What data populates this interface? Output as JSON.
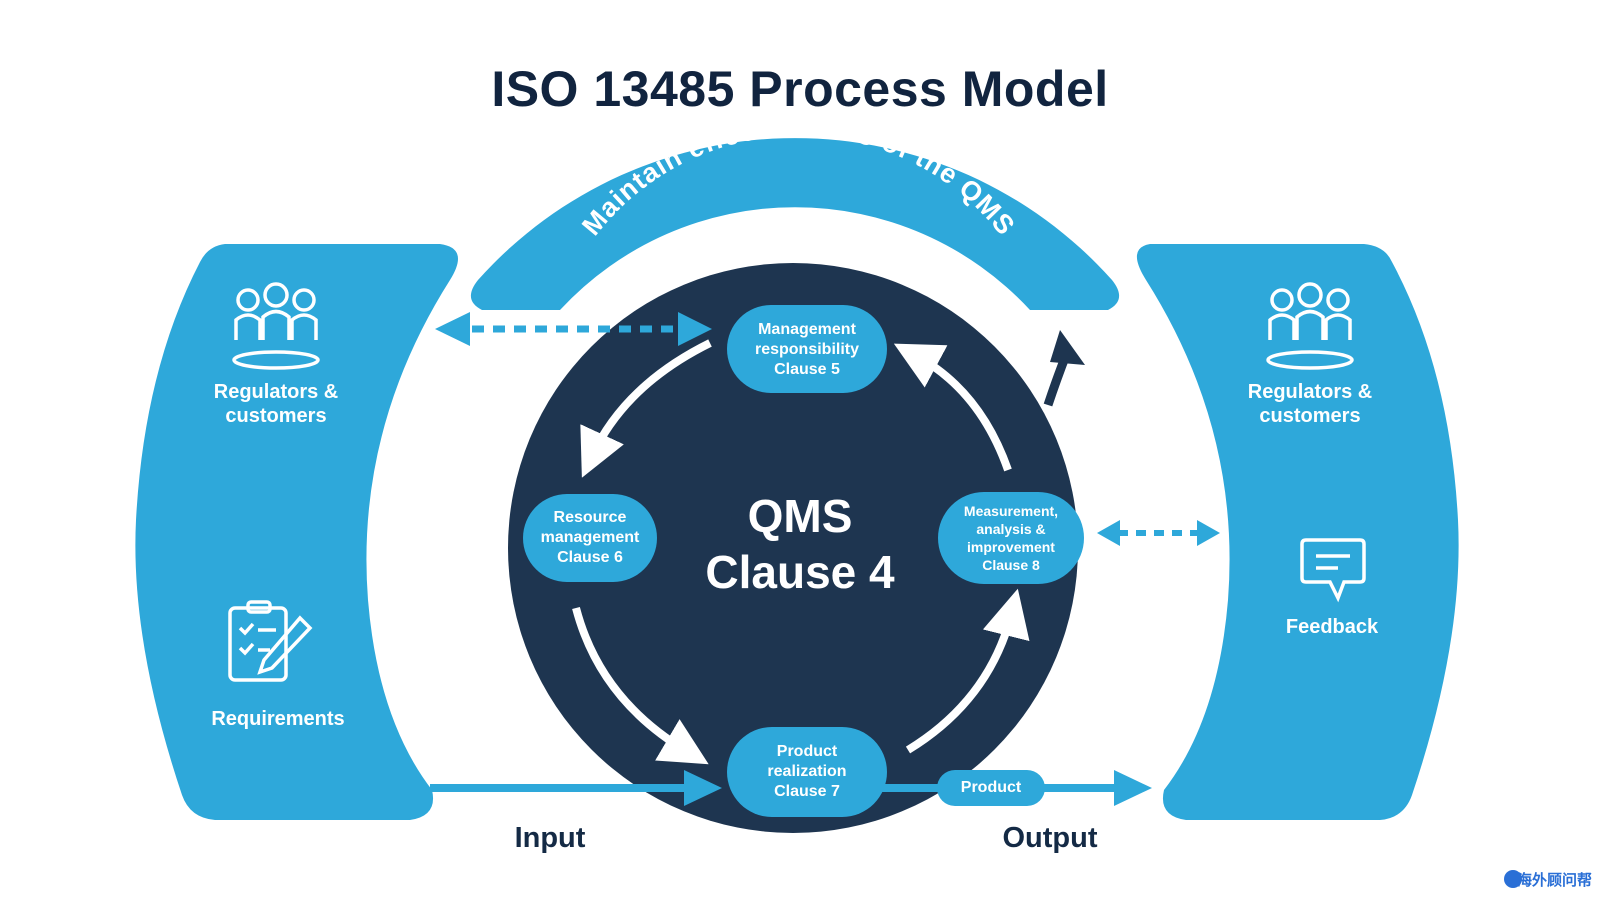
{
  "title": "ISO 13485 Process Model",
  "arc_text": "Maintain effectiveness of the QMS",
  "left_panel": {
    "group_label": "Regulators & customers",
    "requirements_label": "Requirements"
  },
  "right_panel": {
    "group_label": "Regulators & customers",
    "feedback_label": "Feedback"
  },
  "center": {
    "line1": "QMS",
    "line2": "Clause 4"
  },
  "processes": {
    "management": [
      "Management",
      "responsibility",
      "Clause 5"
    ],
    "resource": [
      "Resource",
      "management",
      "Clause 6"
    ],
    "product_realization": [
      "Product",
      "realization",
      "Clause 7"
    ],
    "measurement": [
      "Measurement,",
      "analysis &",
      "improvement",
      "Clause 8"
    ]
  },
  "product_label": "Product",
  "input_label": "Input",
  "output_label": "Output",
  "watermark": "海外顾问帮",
  "colors": {
    "accent_blue": "#2ea8da",
    "navy": "#1e3550",
    "title": "#11243f",
    "white": "#ffffff"
  },
  "icons": [
    "people-group-icon",
    "clipboard-pencil-icon",
    "chat-bubble-icon"
  ]
}
